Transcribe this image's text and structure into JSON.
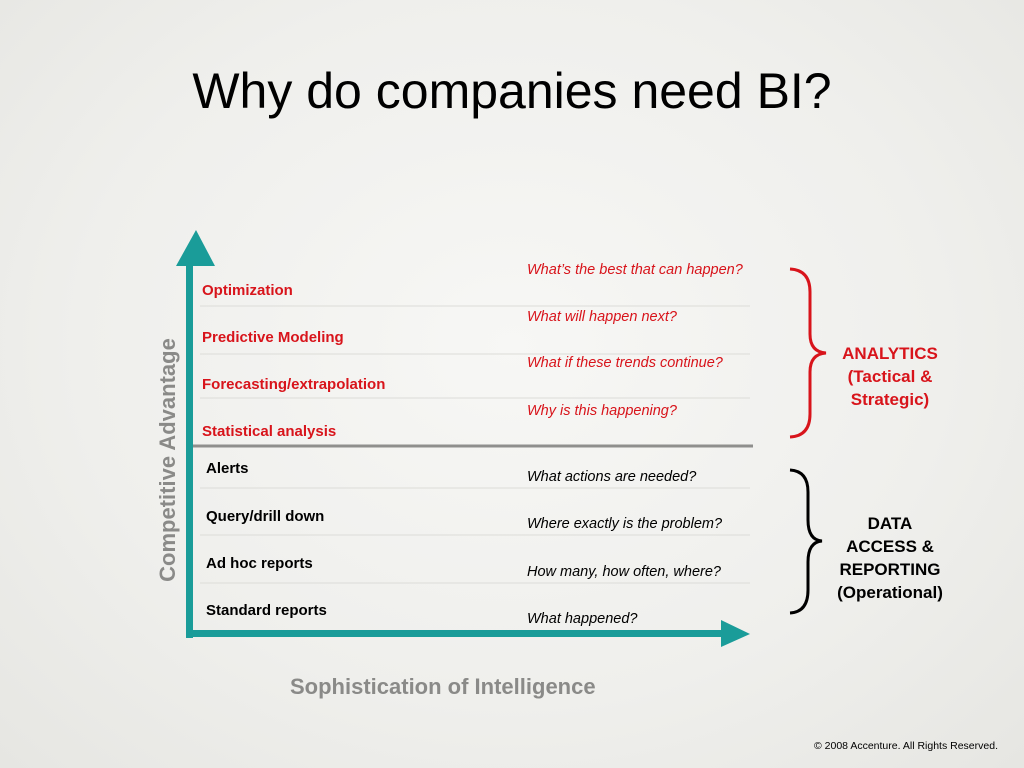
{
  "title": "Why do companies need BI?",
  "y_axis_label": "Competitive Advantage",
  "x_axis_label": "Sophistication of Intelligence",
  "copyright": "© 2008 Accenture. All Rights Reserved.",
  "analytics": {
    "label": "ANALYTICS\n(Tactical &\nStrategic)",
    "color": "#d8141b",
    "levels": [
      "Optimization",
      "Predictive Modeling",
      "Forecasting/extrapolation",
      "Statistical analysis"
    ],
    "questions": [
      "What’s the best that can happen?",
      "What will happen next?",
      "What if these trends continue?",
      "Why is this happening?"
    ]
  },
  "reporting": {
    "label": "DATA\nACCESS  &\nREPORTING\n(Operational)",
    "color": "#000000",
    "levels": [
      "Alerts",
      "Query/drill down",
      "Ad hoc reports",
      "Standard reports"
    ],
    "questions": [
      "What actions are needed?",
      "Where exactly is the problem?",
      "How many, how often, where?",
      "What happened?"
    ]
  },
  "axis_color": "#1a9c99"
}
